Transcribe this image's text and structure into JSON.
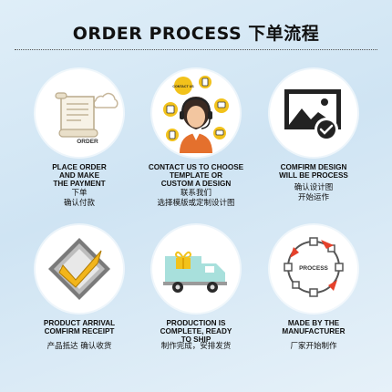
{
  "header": {
    "title": "ORDER PROCESS 下单流程"
  },
  "steps": [
    {
      "en": "PLACE ORDER\nAND MAKE\nTHE PAYMENT",
      "cn": "下单\n确认付款",
      "icon_text": "ORDER"
    },
    {
      "en": "CONTACT US TO CHOOSE\nTEMPLATE OR\nCUSTOM A DESIGN",
      "cn": "联系我们\n选择模版或定制设计图",
      "icon_text": "CONTACT US"
    },
    {
      "en": "COMFIRM DESIGN\nWILL BE PROCESS",
      "cn": "确认设计图\n开始运作"
    },
    {
      "en": "PRODUCT ARRIVAL\nCOMFIRM RECEIPT",
      "cn": "产品抵达  确认收货"
    },
    {
      "en": "PRODUCTION IS\nCOMPLETE, READY\nTO SHIP",
      "cn": "制作完成，安排发货"
    },
    {
      "en": "MADE BY THE\nMANUFACTURER",
      "cn": "厂家开始制作",
      "icon_text": "PROCESS"
    }
  ],
  "colors": {
    "accent_yellow": "#f2c21b",
    "accent_red": "#e5412b",
    "teal": "#a8e0dc",
    "dark": "#2a2a2a"
  }
}
